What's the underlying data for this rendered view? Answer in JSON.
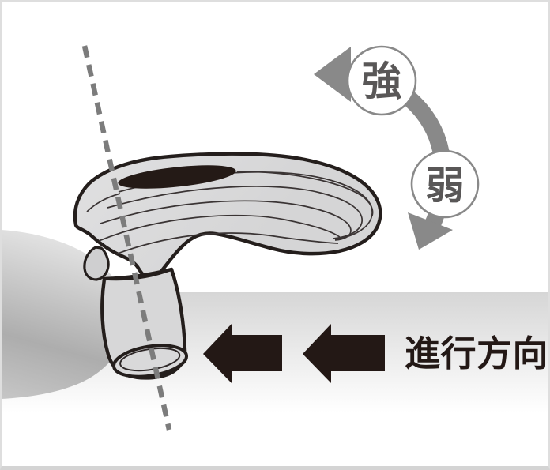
{
  "figure": {
    "type": "device-usage-diagram",
    "labels": {
      "strong": "強",
      "weak": "弱",
      "direction": "進行方向"
    },
    "colors": {
      "ink_black": "#231815",
      "gray_arrow": "#898989",
      "circle_stroke": "#898989",
      "circle_fill": "#ffffff",
      "label_gray": "#595757",
      "dash_gray": "#7c7c7c",
      "device_fill": "#d9d9da",
      "device_outline": "#241e1c",
      "floor_top": "#d6d6d6",
      "mound_dark": "#ababab",
      "frame": "#dedede"
    }
  }
}
